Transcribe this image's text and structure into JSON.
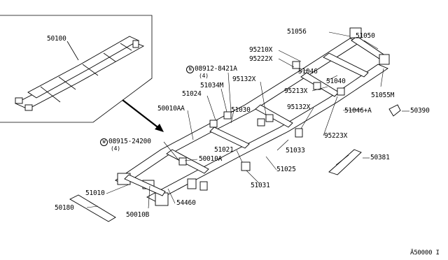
{
  "inset": {
    "part": "50100"
  },
  "parts": {
    "p50056": "51056",
    "p50050": "51050",
    "p95210": "95210X",
    "p95222": "95222X",
    "p51046": "51046",
    "p51040": "51040",
    "p08912": "08912-8421A",
    "p08912_qty": "(4)",
    "p08912_prefix": "N",
    "p51034": "51034M",
    "p95132a": "95132X",
    "p95213": "95213X",
    "p51055": "51055M",
    "p51024": "51024",
    "p50010aa": "50010AA",
    "p51030": "51030",
    "p95132b": "95132X",
    "p51046a": "51046+A",
    "p50390": "50390",
    "p08915": "08915-24200",
    "p08915_qty": "(4)",
    "p08915_prefix": "W",
    "p95223": "95223X",
    "p51021": "51021",
    "p51033": "51033",
    "p50010a": "50010A",
    "p50381": "50381",
    "p51025": "51025",
    "p51031": "51031",
    "p51010": "51010",
    "p54460": "54460",
    "p50180": "50180",
    "p50010b": "50010B",
    "ref": "Ä50000 I"
  }
}
